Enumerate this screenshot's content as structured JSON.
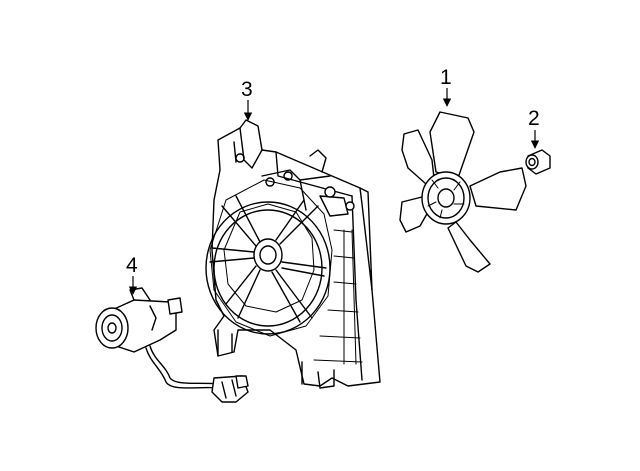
{
  "diagram": {
    "callouts": [
      {
        "id": "fan",
        "label": "1"
      },
      {
        "id": "nut",
        "label": "2"
      },
      {
        "id": "shroud",
        "label": "3"
      },
      {
        "id": "motor",
        "label": "4"
      }
    ]
  }
}
